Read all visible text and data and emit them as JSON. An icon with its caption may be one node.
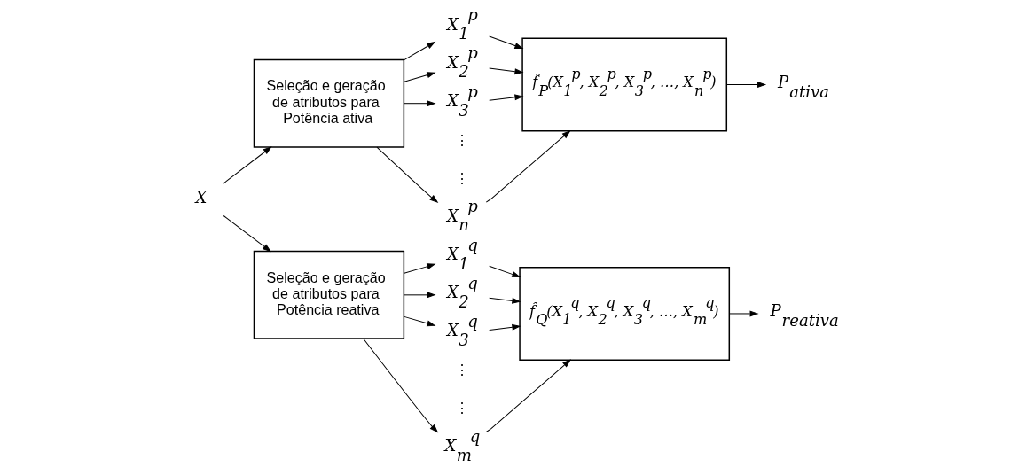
{
  "diagram": {
    "nodes": [
      {
        "text": [
          "X"
        ]
      },
      {
        "text": [
          "Seleção e geração de atributos para Potência ativa"
        ]
      },
      {
        "text": [
          "X$_{1}$$^{p}$"
        ]
      },
      {
        "text": [
          "X$_{2}$$^{p}$"
        ]
      },
      {
        "text": [
          "X$_{3}$$^{p}$"
        ]
      },
      {
        "text": [
          "X$_{n}$$^{p}$"
        ]
      },
      {
        "text": [
          "f̂$_{P}$(X$_{1}$$^{p}$, X$_{2}$$^{p}$, X$_{3}$$^{p}$, …, X$_{n}$$^{p}$)"
        ]
      },
      {
        "text": [
          "P$_{ativa}$"
        ]
      },
      {
        "text": [
          "Seleção e geração de atributos para Potência reativa"
        ]
      },
      {
        "text": [
          "X$_{1}$$^{q}$"
        ]
      },
      {
        "text": [
          "X$_{2}$$^{q}$"
        ]
      },
      {
        "text": [
          "X$_{3}$$^{q}$"
        ]
      },
      {
        "text": [
          "X$_{m}$$^{q}$"
        ]
      },
      {
        "text": [
          "f̂$_{Q}$(X$_{1}$$^{q}$, X$_{2}$$^{q}$, X$_{3}$$^{q}$, …, X$_{m}$$^{q}$)"
        ]
      },
      {
        "text": [
          "P$_{reativa}$"
        ]
      }
    ],
    "edges": [
      {
        "from": 0,
        "to": 1,
        "arrow": "to"
      },
      {
        "from": 0,
        "to": 8,
        "arrow": "to"
      },
      {
        "from": 1,
        "to": 2,
        "arrow": "to"
      },
      {
        "from": 1,
        "to": 3,
        "arrow": "to"
      },
      {
        "from": 1,
        "to": 4,
        "arrow": "to"
      },
      {
        "from": 1,
        "to": 5,
        "arrow": "to"
      },
      {
        "from": 2,
        "to": 6,
        "arrow": "to"
      },
      {
        "from": 3,
        "to": 6,
        "arrow": "to"
      },
      {
        "from": 4,
        "to": 6,
        "arrow": "to"
      },
      {
        "from": 5,
        "to": 6,
        "arrow": "to"
      },
      {
        "from": 6,
        "to": 7,
        "arrow": "to"
      },
      {
        "from": 8,
        "to": 9,
        "arrow": "to"
      },
      {
        "from": 8,
        "to": 10,
        "arrow": "to"
      },
      {
        "from": 8,
        "to": 11,
        "arrow": "to"
      },
      {
        "from": 8,
        "to": 12,
        "arrow": "to"
      },
      {
        "from": 9,
        "to": 13,
        "arrow": "to"
      },
      {
        "from": 10,
        "to": 13,
        "arrow": "to"
      },
      {
        "from": 11,
        "to": 13,
        "arrow": "to"
      },
      {
        "from": 12,
        "to": 13,
        "arrow": "to"
      },
      {
        "from": 13,
        "to": 14,
        "arrow": "to"
      }
    ],
    "labels": [
      "⋮",
      "⋮",
      "⋮",
      "⋮"
    ]
  }
}
